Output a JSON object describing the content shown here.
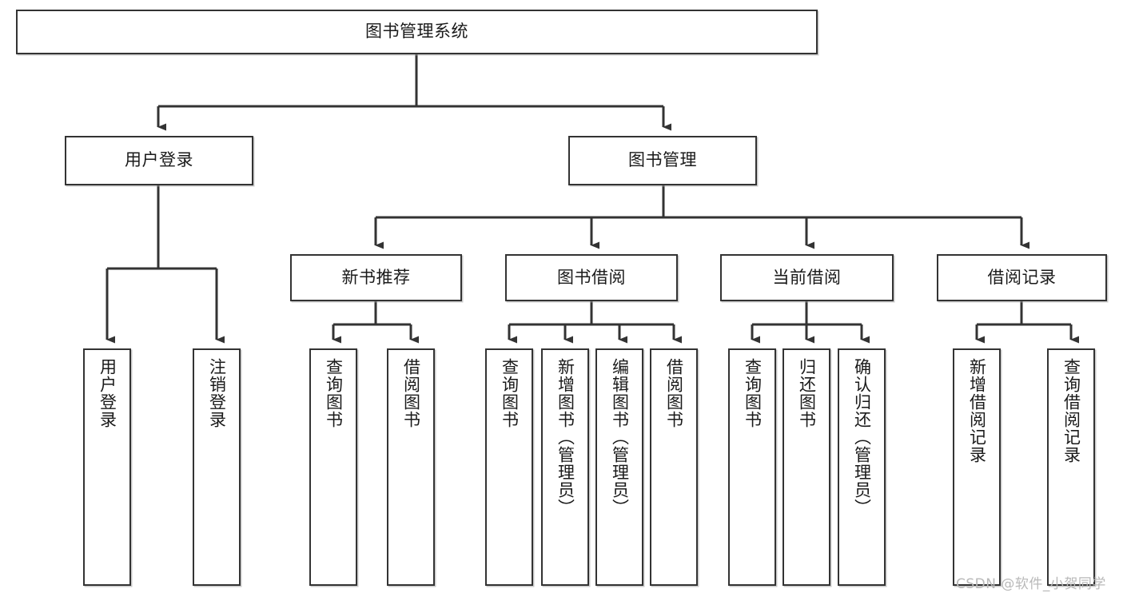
{
  "diagram": {
    "type": "tree-hierarchy-chart",
    "title": "图书管理系统",
    "levels": 4,
    "style": {
      "box_fill": "#ffffff",
      "box_stroke": "#333333",
      "connector_color": "#333333",
      "background": "#ffffff",
      "watermark_color": "#b9b9b9"
    },
    "nodes": {
      "root": {
        "label": "图书管理系统"
      },
      "level2": [
        {
          "label": "用户登录"
        },
        {
          "label": "图书管理"
        }
      ],
      "level3": [
        {
          "label": "新书推荐"
        },
        {
          "label": "图书借阅"
        },
        {
          "label": "当前借阅"
        },
        {
          "label": "借阅记录"
        }
      ],
      "leaves_user_login": [
        {
          "label": "用户登录"
        },
        {
          "label": "注销登录"
        }
      ],
      "leaves_new_book": [
        {
          "label": "查询图书"
        },
        {
          "label": "借阅图书"
        }
      ],
      "leaves_borrow": [
        {
          "label": "查询图书"
        },
        {
          "label": "新增图书（管理员）"
        },
        {
          "label": "编辑图书（管理员）"
        },
        {
          "label": "借阅图书"
        }
      ],
      "leaves_current": [
        {
          "label": "查询图书"
        },
        {
          "label": "归还图书"
        },
        {
          "label": "确认归还（管理员）"
        }
      ],
      "leaves_record": [
        {
          "label": "新增借阅记录"
        },
        {
          "label": "查询借阅记录"
        }
      ]
    },
    "watermark": "CSDN @软件_小贺同学"
  }
}
